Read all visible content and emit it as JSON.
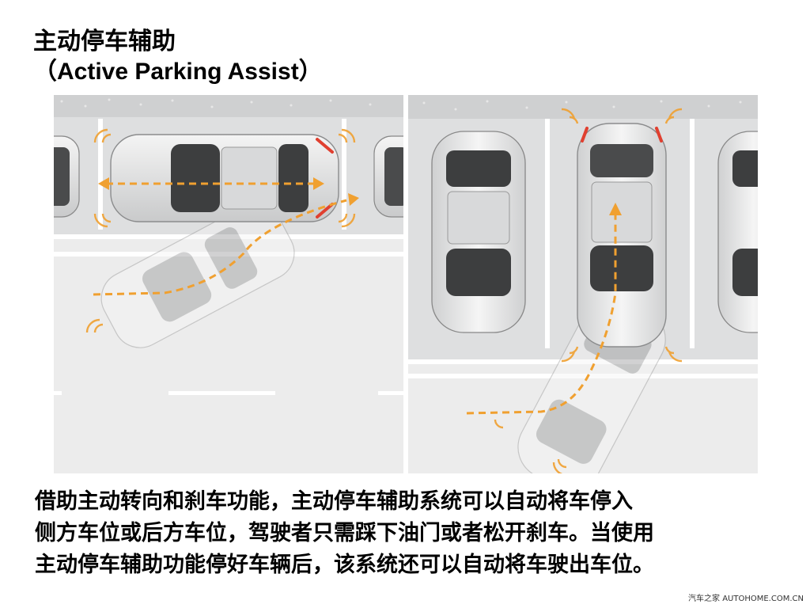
{
  "header": {
    "title": "主动停车辅助",
    "subtitle": "（Active Parking Assist）"
  },
  "illustrations": {
    "parallel": {
      "icon": "parallel-parking-diagram"
    },
    "perpendicular": {
      "icon": "perpendicular-parking-diagram"
    },
    "accent_color": "#f0a030",
    "light_color": "#e04030"
  },
  "description": {
    "line1": "借助主动转向和刹车功能，主动停车辅助系统可以自动将车停入",
    "line2": "侧方车位或后方车位，驾驶者只需踩下油门或者松开刹车。当使用",
    "line3": "主动停车辅助功能停好车辆后，该系统还可以自动将车驶出车位。"
  },
  "watermark": {
    "text": "汽车之家 AUTOHOME.COM.CN"
  }
}
